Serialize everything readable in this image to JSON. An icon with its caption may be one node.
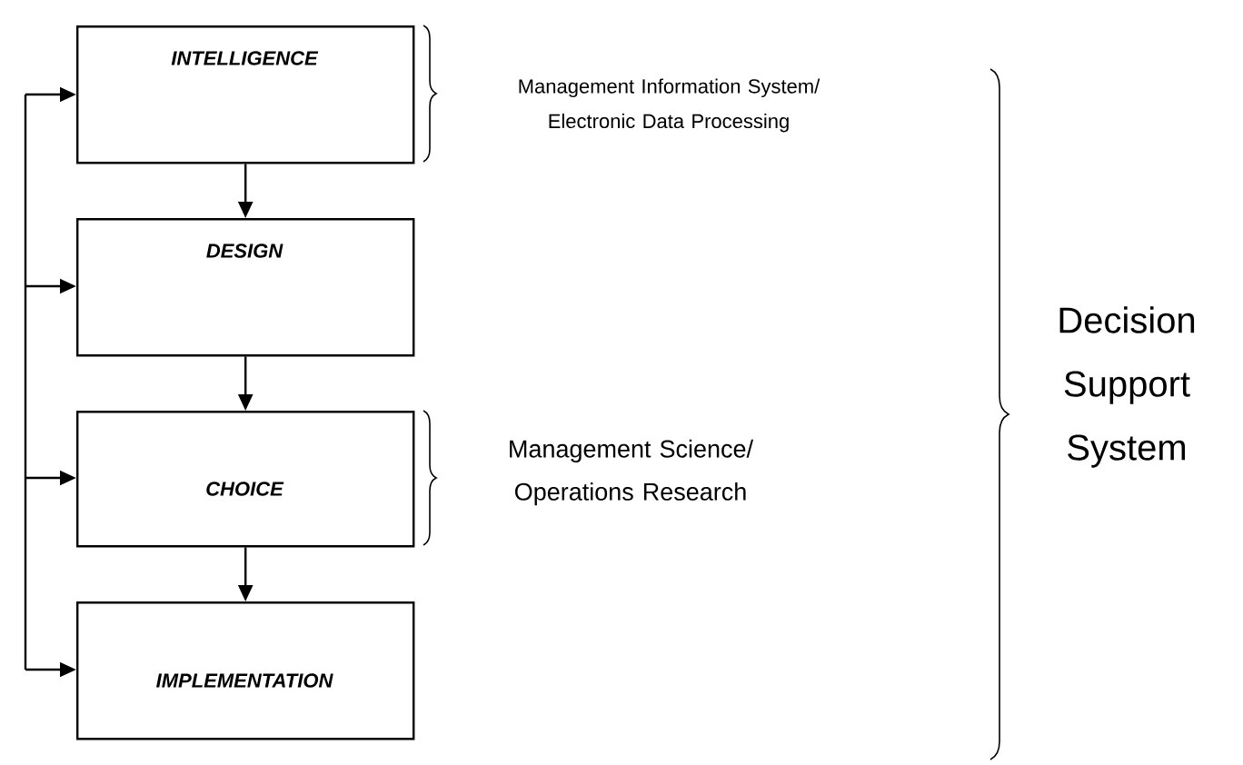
{
  "diagram": {
    "nodes": [
      {
        "text": [
          "INTELLIGENCE"
        ]
      },
      {
        "text": [
          "DESIGN"
        ]
      },
      {
        "text": [
          "CHOICE"
        ]
      },
      {
        "text": [
          "IMPLEMENTATION"
        ]
      }
    ],
    "edges": [
      {
        "from": 0,
        "to": 1,
        "arrow": "to"
      },
      {
        "from": 1,
        "to": 2,
        "arrow": "to"
      },
      {
        "from": 2,
        "to": 3,
        "arrow": "to"
      },
      {
        "from": null,
        "to": 0,
        "arrow": "to"
      },
      {
        "from": null,
        "to": 1,
        "arrow": "to"
      },
      {
        "from": null,
        "to": 2,
        "arrow": "to"
      },
      {
        "from": null,
        "to": 3,
        "arrow": "to"
      }
    ],
    "labels": [
      "Management Information System/ Electronic Data Processing",
      "Management Science/ Operations Research",
      "Decision Support System"
    ]
  }
}
